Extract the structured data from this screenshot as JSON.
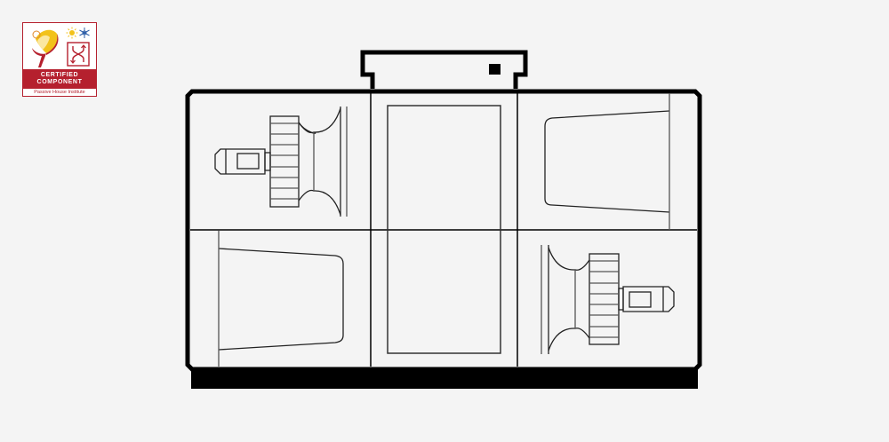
{
  "badge": {
    "line1": "CERTIFIED",
    "line2": "COMPONENT",
    "issuer": "Passive House Institute",
    "icons": [
      "passive-house-logo-icon",
      "sun-icon",
      "snowflake-icon",
      "heat-exchanger-icon"
    ],
    "colors": {
      "brand_red": "#b5202e",
      "logo_yellow": "#f2c21b"
    }
  },
  "diagram": {
    "subject": "air handling unit",
    "layout": {
      "rows": 2,
      "columns": 3
    },
    "sections": [
      {
        "position": "top-left",
        "component": "fan with motor (facing right)"
      },
      {
        "position": "top-middle",
        "component": "heat exchanger (upper half)"
      },
      {
        "position": "top-right",
        "component": "filter / damper"
      },
      {
        "position": "bottom-left",
        "component": "filter / damper"
      },
      {
        "position": "bottom-middle",
        "component": "heat exchanger (lower half)"
      },
      {
        "position": "bottom-right",
        "component": "fan with motor (facing left)"
      }
    ],
    "colors": {
      "line": "#000000",
      "background": "#f4f4f4"
    }
  }
}
